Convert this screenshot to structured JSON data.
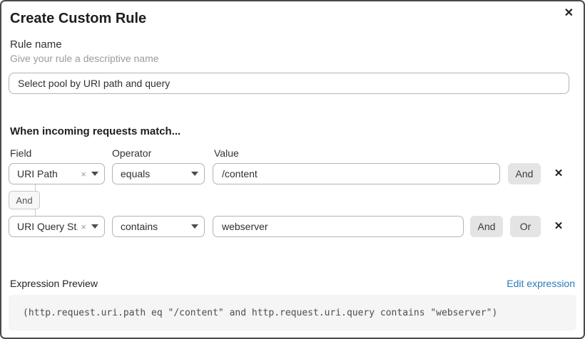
{
  "dialog": {
    "title": "Create Custom Rule"
  },
  "icons": {
    "close": "✕",
    "remove": "✕",
    "clear": "×"
  },
  "rule_name": {
    "label": "Rule name",
    "hint": "Give your rule a descriptive name",
    "value": "Select pool by URI path and query"
  },
  "match": {
    "heading": "When incoming requests match...",
    "columns": {
      "field": "Field",
      "operator": "Operator",
      "value": "Value"
    },
    "connector_label": "And",
    "rows": [
      {
        "field": "URI Path",
        "operator": "equals",
        "value": "/content",
        "buttons": [
          "And"
        ]
      },
      {
        "field": "URI Query St...",
        "operator": "contains",
        "value": "webserver",
        "buttons": [
          "And",
          "Or"
        ]
      }
    ]
  },
  "expression": {
    "label": "Expression Preview",
    "edit_link": "Edit expression",
    "code": "(http.request.uri.path eq \"/content\" and http.request.uri.query contains \"webserver\")"
  },
  "colors": {
    "link_blue": "#2c7bb8",
    "control_border": "#b3b3b3",
    "button_gray": "#e4e4e4",
    "code_background": "#f5f5f5",
    "modal_border": "#4a4a4a"
  }
}
